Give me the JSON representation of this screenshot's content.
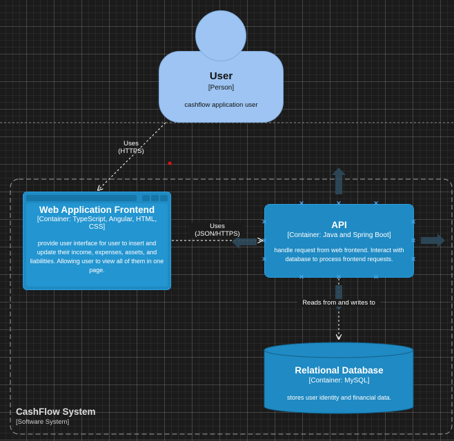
{
  "user": {
    "title": "User",
    "type": "[Person]",
    "description": "cashflow application user"
  },
  "frontend": {
    "title": "Web Application Frontend",
    "type_line1": "[Container: TypeScript, Angular, HTML,",
    "type_line2": "CSS]",
    "desc_lines": [
      "provide user interface for user to insert and",
      "update their income, expenses, assets, and",
      "liabilities. Allowing user to view all of them in one",
      "page."
    ]
  },
  "api": {
    "title": "API",
    "type": "[Container: Java and Spring Boot]",
    "desc_lines": [
      "handle request from web frontend. Interact with",
      "database to process frontend requests."
    ]
  },
  "database": {
    "title": "Relational Database",
    "type": "[Container: MySQL]",
    "description": "stores user identity and financial data."
  },
  "relations": {
    "user_frontend": [
      "Uses",
      "(HTTPS)"
    ],
    "frontend_api": [
      "Uses",
      "(JSON/HTTPS)"
    ],
    "api_db": "Reads from and writes to"
  },
  "boundary": {
    "title": "CashFlow System",
    "type": "[Software System]"
  },
  "colors": {
    "person_fill": "#9dc4f2",
    "container_fill": "#1f8ac3",
    "background": "#1b1b1b",
    "selection_handle": "#4da6e8"
  }
}
